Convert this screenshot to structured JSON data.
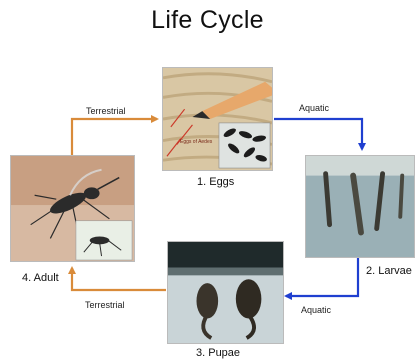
{
  "title": "Life Cycle",
  "stages": {
    "eggs": "1. Eggs",
    "larvae": "2. Larvae",
    "pupae": "3. Pupae",
    "adult": "4. Adult"
  },
  "eggs_photo_annotation": "Eggs of Aedes",
  "transitions": {
    "adult_to_eggs": "Terrestrial",
    "eggs_to_larvae": "Aquatic",
    "larvae_to_pupae": "Aquatic",
    "pupae_to_adult": "Terrestrial"
  },
  "colors": {
    "terrestrial_arrow": "#d98b3a",
    "aquatic_arrow": "#1f3fd0"
  }
}
